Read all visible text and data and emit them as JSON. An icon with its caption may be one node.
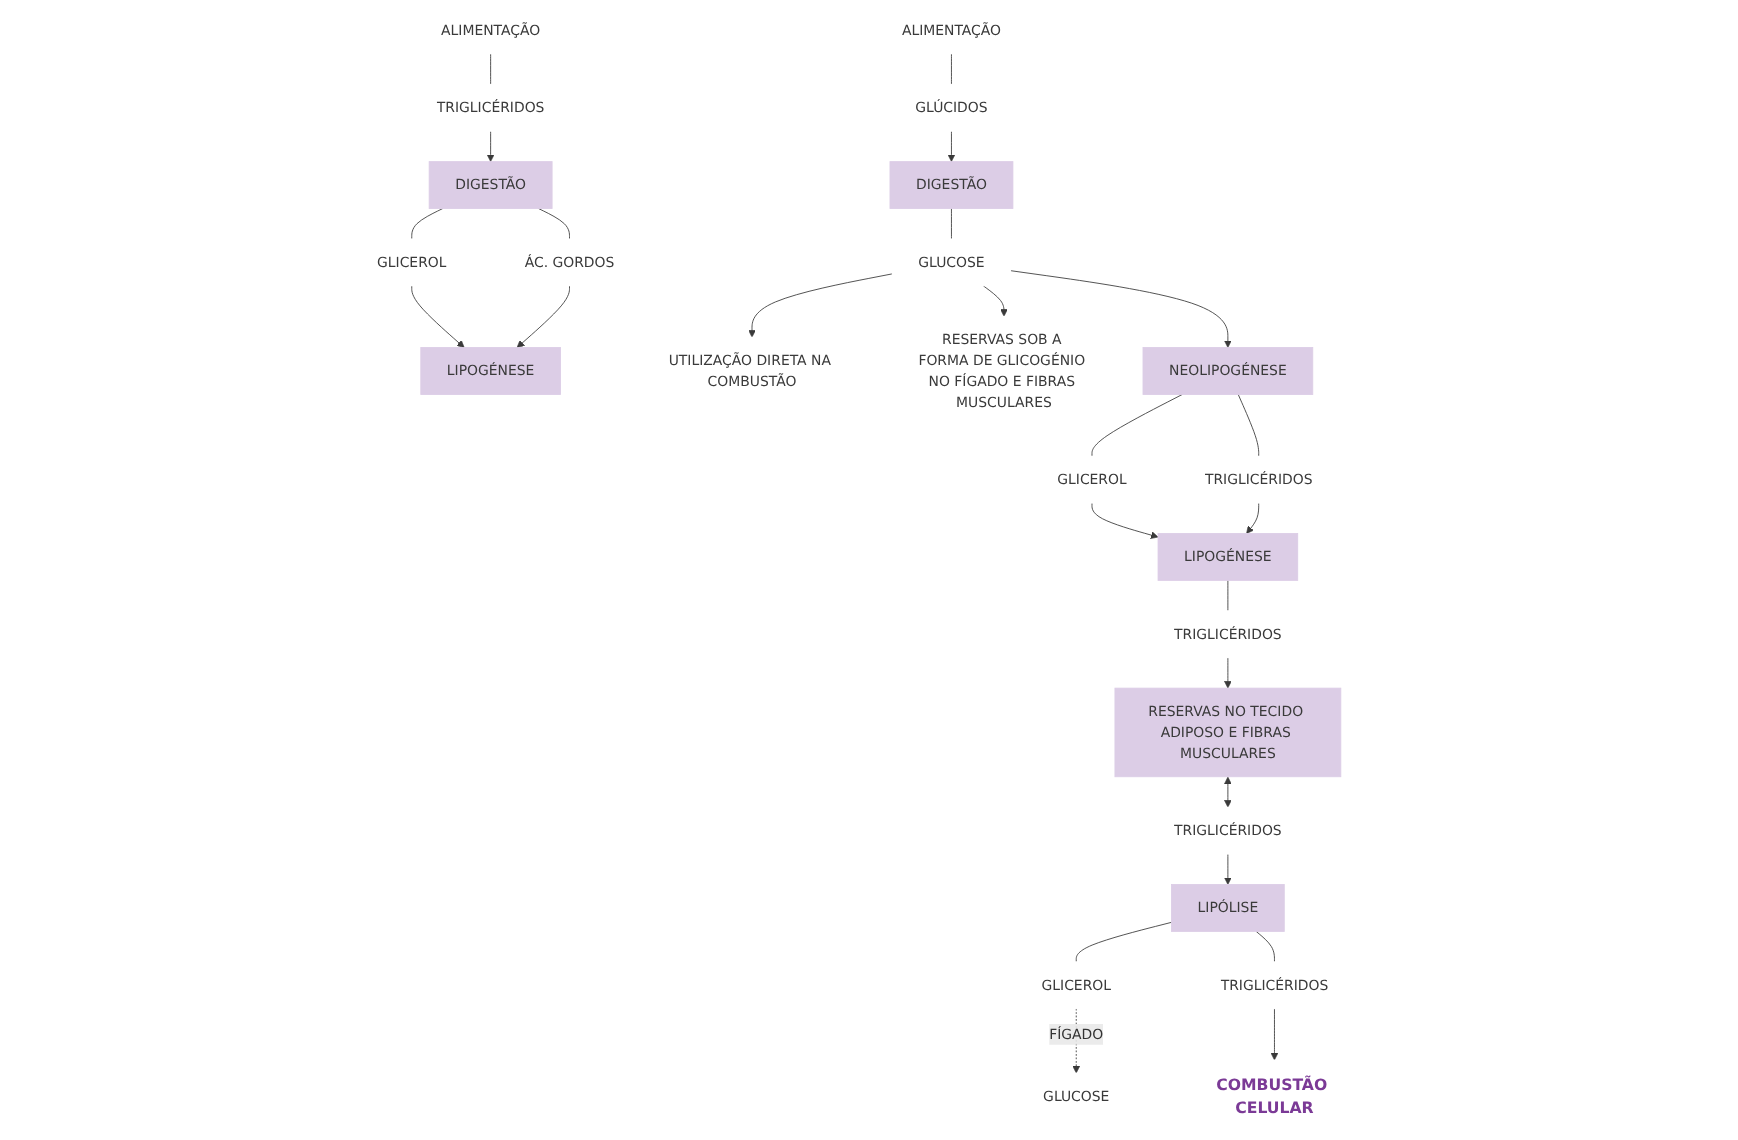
{
  "diagram": {
    "nodes": [
      {
        "text": [
          "ALIMENTAÇÃO"
        ]
      },
      {
        "text": [
          "TRIGLICÉRIDOS"
        ]
      },
      {
        "text": [
          "DIGESTÃO"
        ]
      },
      {
        "text": [
          "GLICEROL"
        ]
      },
      {
        "text": [
          "ÁC. GORDOS"
        ]
      },
      {
        "text": [
          "LIPOGÉNESE"
        ]
      },
      {
        "text": [
          "TRIGLICÉRIDOS"
        ]
      },
      {
        "text": [
          "LIPÓLISE"
        ]
      },
      {
        "text": [
          "GLICEROL"
        ]
      },
      {
        "text": [
          "TRIGLICÉRIDOS"
        ]
      },
      {
        "text": [
          "GLUCOSE"
        ]
      },
      {
        "text": [
          "COMBUSTÃO CELULAR"
        ]
      },
      {
        "text": [
          "RESERVAS NO TECIDO ADIPOSO E FIBRAS MUSCULARES"
        ]
      },
      {
        "text": [
          "ALIMENTAÇÃO"
        ]
      },
      {
        "text": [
          "GLÚCIDOS"
        ]
      },
      {
        "text": [
          "DIGESTÃO"
        ]
      },
      {
        "text": [
          "UTILIZAÇÃO DIRETA NA COMBUSTÃO"
        ]
      },
      {
        "text": [
          "GLUCOSE"
        ]
      },
      {
        "text": [
          "RESERVAS SOB A FORMA DE GLICOGÉNIO NO FÍGADO E FIBRAS MUSCULARES"
        ]
      },
      {
        "text": [
          "NEOLIPOGÉNESE"
        ]
      },
      {
        "text": [
          "GLICEROL"
        ]
      },
      {
        "text": [
          "TRIGLICÉRIDOS"
        ]
      },
      {
        "text": [
          "LIPOGÉNESE"
        ]
      },
      {
        "text": [
          "TRIGLICÉRIDOS"
        ]
      }
    ],
    "edges": [
      {
        "from": 0,
        "to": 1,
        "arrow": "none"
      },
      {
        "from": 1,
        "to": 2,
        "arrow": "to"
      },
      {
        "from": 2,
        "to": 3,
        "arrow": "none"
      },
      {
        "from": 2,
        "to": 4,
        "arrow": "none"
      },
      {
        "from": 3,
        "to": 5,
        "arrow": "to"
      },
      {
        "from": 4,
        "to": 5,
        "arrow": "to"
      },
      {
        "from": 6,
        "to": 7,
        "arrow": "to"
      },
      {
        "from": 7,
        "to": 8,
        "arrow": "none"
      },
      {
        "from": 7,
        "to": 9,
        "arrow": "none"
      },
      {
        "from": 8,
        "to": 10,
        "arrow": "to",
        "label": "FÍGADO",
        "style": "dashed"
      },
      {
        "from": 9,
        "to": 11,
        "arrow": "to"
      },
      {
        "from": 12,
        "to": 6,
        "arrow": "both"
      },
      {
        "from": 13,
        "to": 14,
        "arrow": "none"
      },
      {
        "from": 14,
        "to": 15,
        "arrow": "to"
      },
      {
        "from": 15,
        "to": 17,
        "arrow": "none"
      },
      {
        "from": 17,
        "to": 16,
        "arrow": "to"
      },
      {
        "from": 17,
        "to": 18,
        "arrow": "to"
      },
      {
        "from": 17,
        "to": 19,
        "arrow": "to"
      },
      {
        "from": 19,
        "to": 20,
        "arrow": "none"
      },
      {
        "from": 19,
        "to": 21,
        "arrow": "none"
      },
      {
        "from": 20,
        "to": 22,
        "arrow": "to"
      },
      {
        "from": 21,
        "to": 22,
        "arrow": "to"
      },
      {
        "from": 22,
        "to": 23,
        "arrow": "none"
      },
      {
        "from": 23,
        "to": 12,
        "arrow": "to"
      }
    ]
  }
}
